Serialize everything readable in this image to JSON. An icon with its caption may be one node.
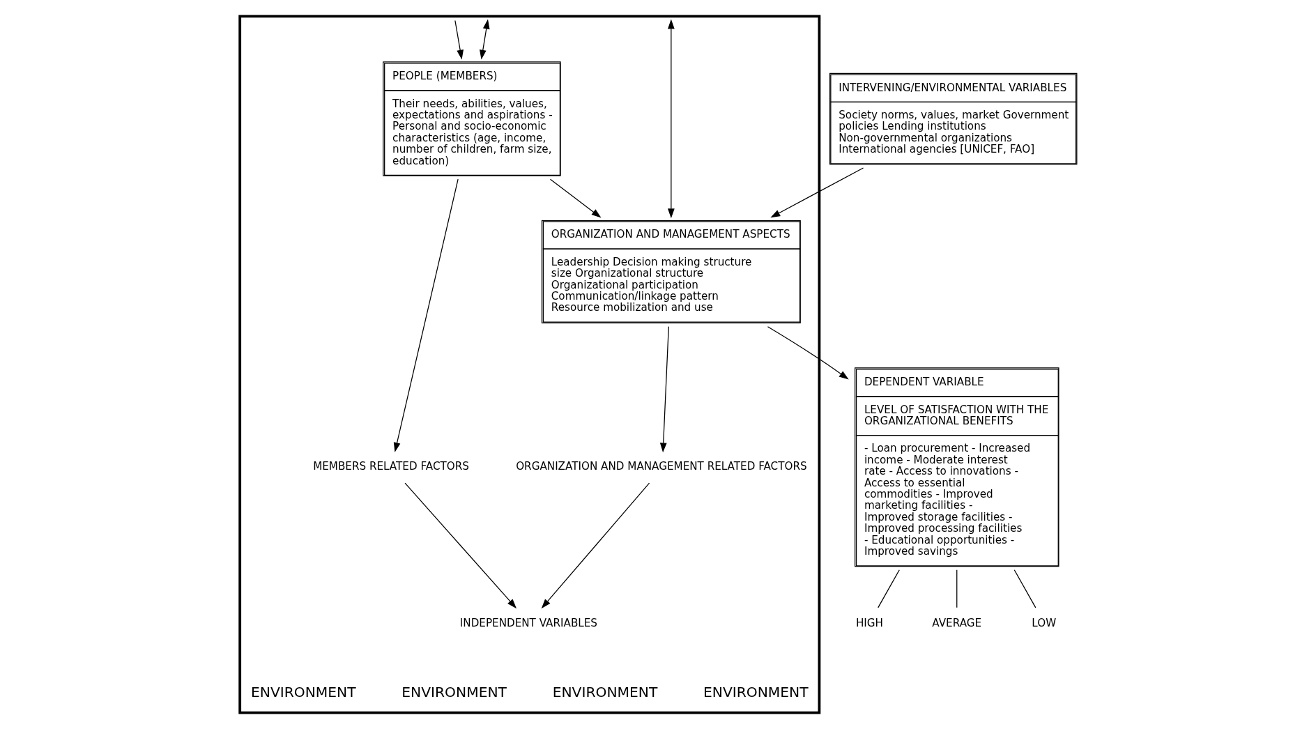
{
  "diagram": {
    "nodes": [
      {
        "text": [],
        "shape": "box",
        "beside": [
          "ENVIRONMENT",
          "ENVIRONMENT",
          "ENVIRONMENT",
          "ENVIRONMENT"
        ]
      },
      {
        "text": [
          "INTERVENING/ENVIRONMENTAL VARIABLES",
          "Society norms, values, market Government policies Lending institutions Non-governmental organizations International agencies [UNICEF, FAO]"
        ]
      },
      {
        "text": [
          "PEOPLE (MEMBERS)",
          "Their needs, abilities, values, expectations and aspirations - Personal and socio-economic characteristics (age, income, number of children, farm size, education)"
        ],
        "in": 0
      },
      {
        "text": [
          "ORGANIZATION AND MANAGEMENT ASPECTS",
          "Leadership Decision making structure size Organizational structure Organizational participation Communication/linkage pattern Resource mobilization and use"
        ],
        "in": 0
      },
      {
        "text": [
          "MEMBERS RELATED FACTORS"
        ],
        "in": 0
      },
      {
        "text": [
          "ORGANIZATION AND MANAGEMENT RELATED FACTORS"
        ],
        "in": 0
      },
      {
        "text": [
          "INDEPENDENT VARIABLES"
        ],
        "in": 0
      },
      {
        "text": [
          "DEPENDENT VARIABLE",
          "LEVEL OF SATISFACTION WITH THE ORGANIZATIONAL BENEFITS",
          "- Loan procurement - Increased income - Moderate interest rate - Access to innovations - Access to essential commodities - Improved marketing facilities - Improved storage facilities - Improved processing facilities - Educational opportunities - Improved savings"
        ]
      },
      {
        "text": [
          "HIGH"
        ]
      },
      {
        "text": [
          "AVERAGE"
        ]
      },
      {
        "text": [
          "LOW"
        ]
      }
    ],
    "edges": [
      {
        "from": 0,
        "to": 2,
        "arrow": "to"
      },
      {
        "from": 0,
        "to": 2,
        "arrow": "both"
      },
      {
        "from": 0,
        "to": 3,
        "arrow": "both"
      },
      {
        "from": 2,
        "to": 3,
        "arrow": "to"
      },
      {
        "from": 1,
        "to": 3,
        "arrow": "to"
      },
      {
        "from": 3,
        "to": 7,
        "arrow": "to"
      },
      {
        "from": 2,
        "to": 4,
        "arrow": "to"
      },
      {
        "from": 3,
        "to": 5,
        "arrow": "to"
      },
      {
        "from": 4,
        "to": 6,
        "arrow": "to"
      },
      {
        "from": 5,
        "to": 6,
        "arrow": "to"
      },
      {
        "from": 7,
        "to": 8,
        "arrow": "none"
      },
      {
        "from": 7,
        "to": 9,
        "arrow": "none"
      },
      {
        "from": 7,
        "to": 10,
        "arrow": "none"
      }
    ]
  }
}
